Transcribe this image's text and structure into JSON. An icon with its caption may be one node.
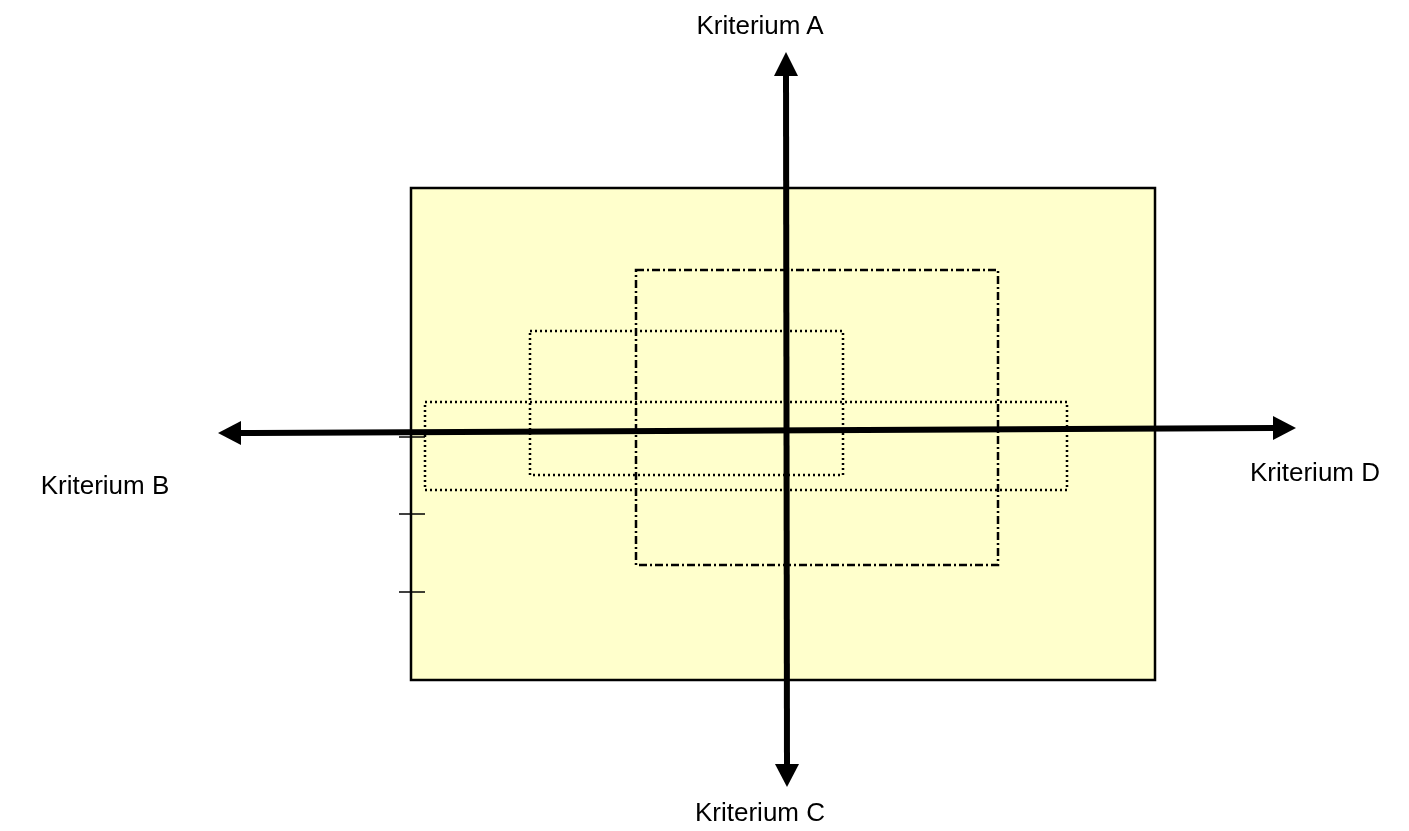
{
  "diagram": {
    "nodes": [
      {
        "text": [],
        "shape": "box"
      },
      {
        "text": [],
        "shape": "box"
      },
      {
        "text": [],
        "shape": "box"
      }
    ],
    "labels": [
      "Kriterium A",
      "Kriterium B",
      "Kriterium D",
      "Kriterium C"
    ]
  }
}
